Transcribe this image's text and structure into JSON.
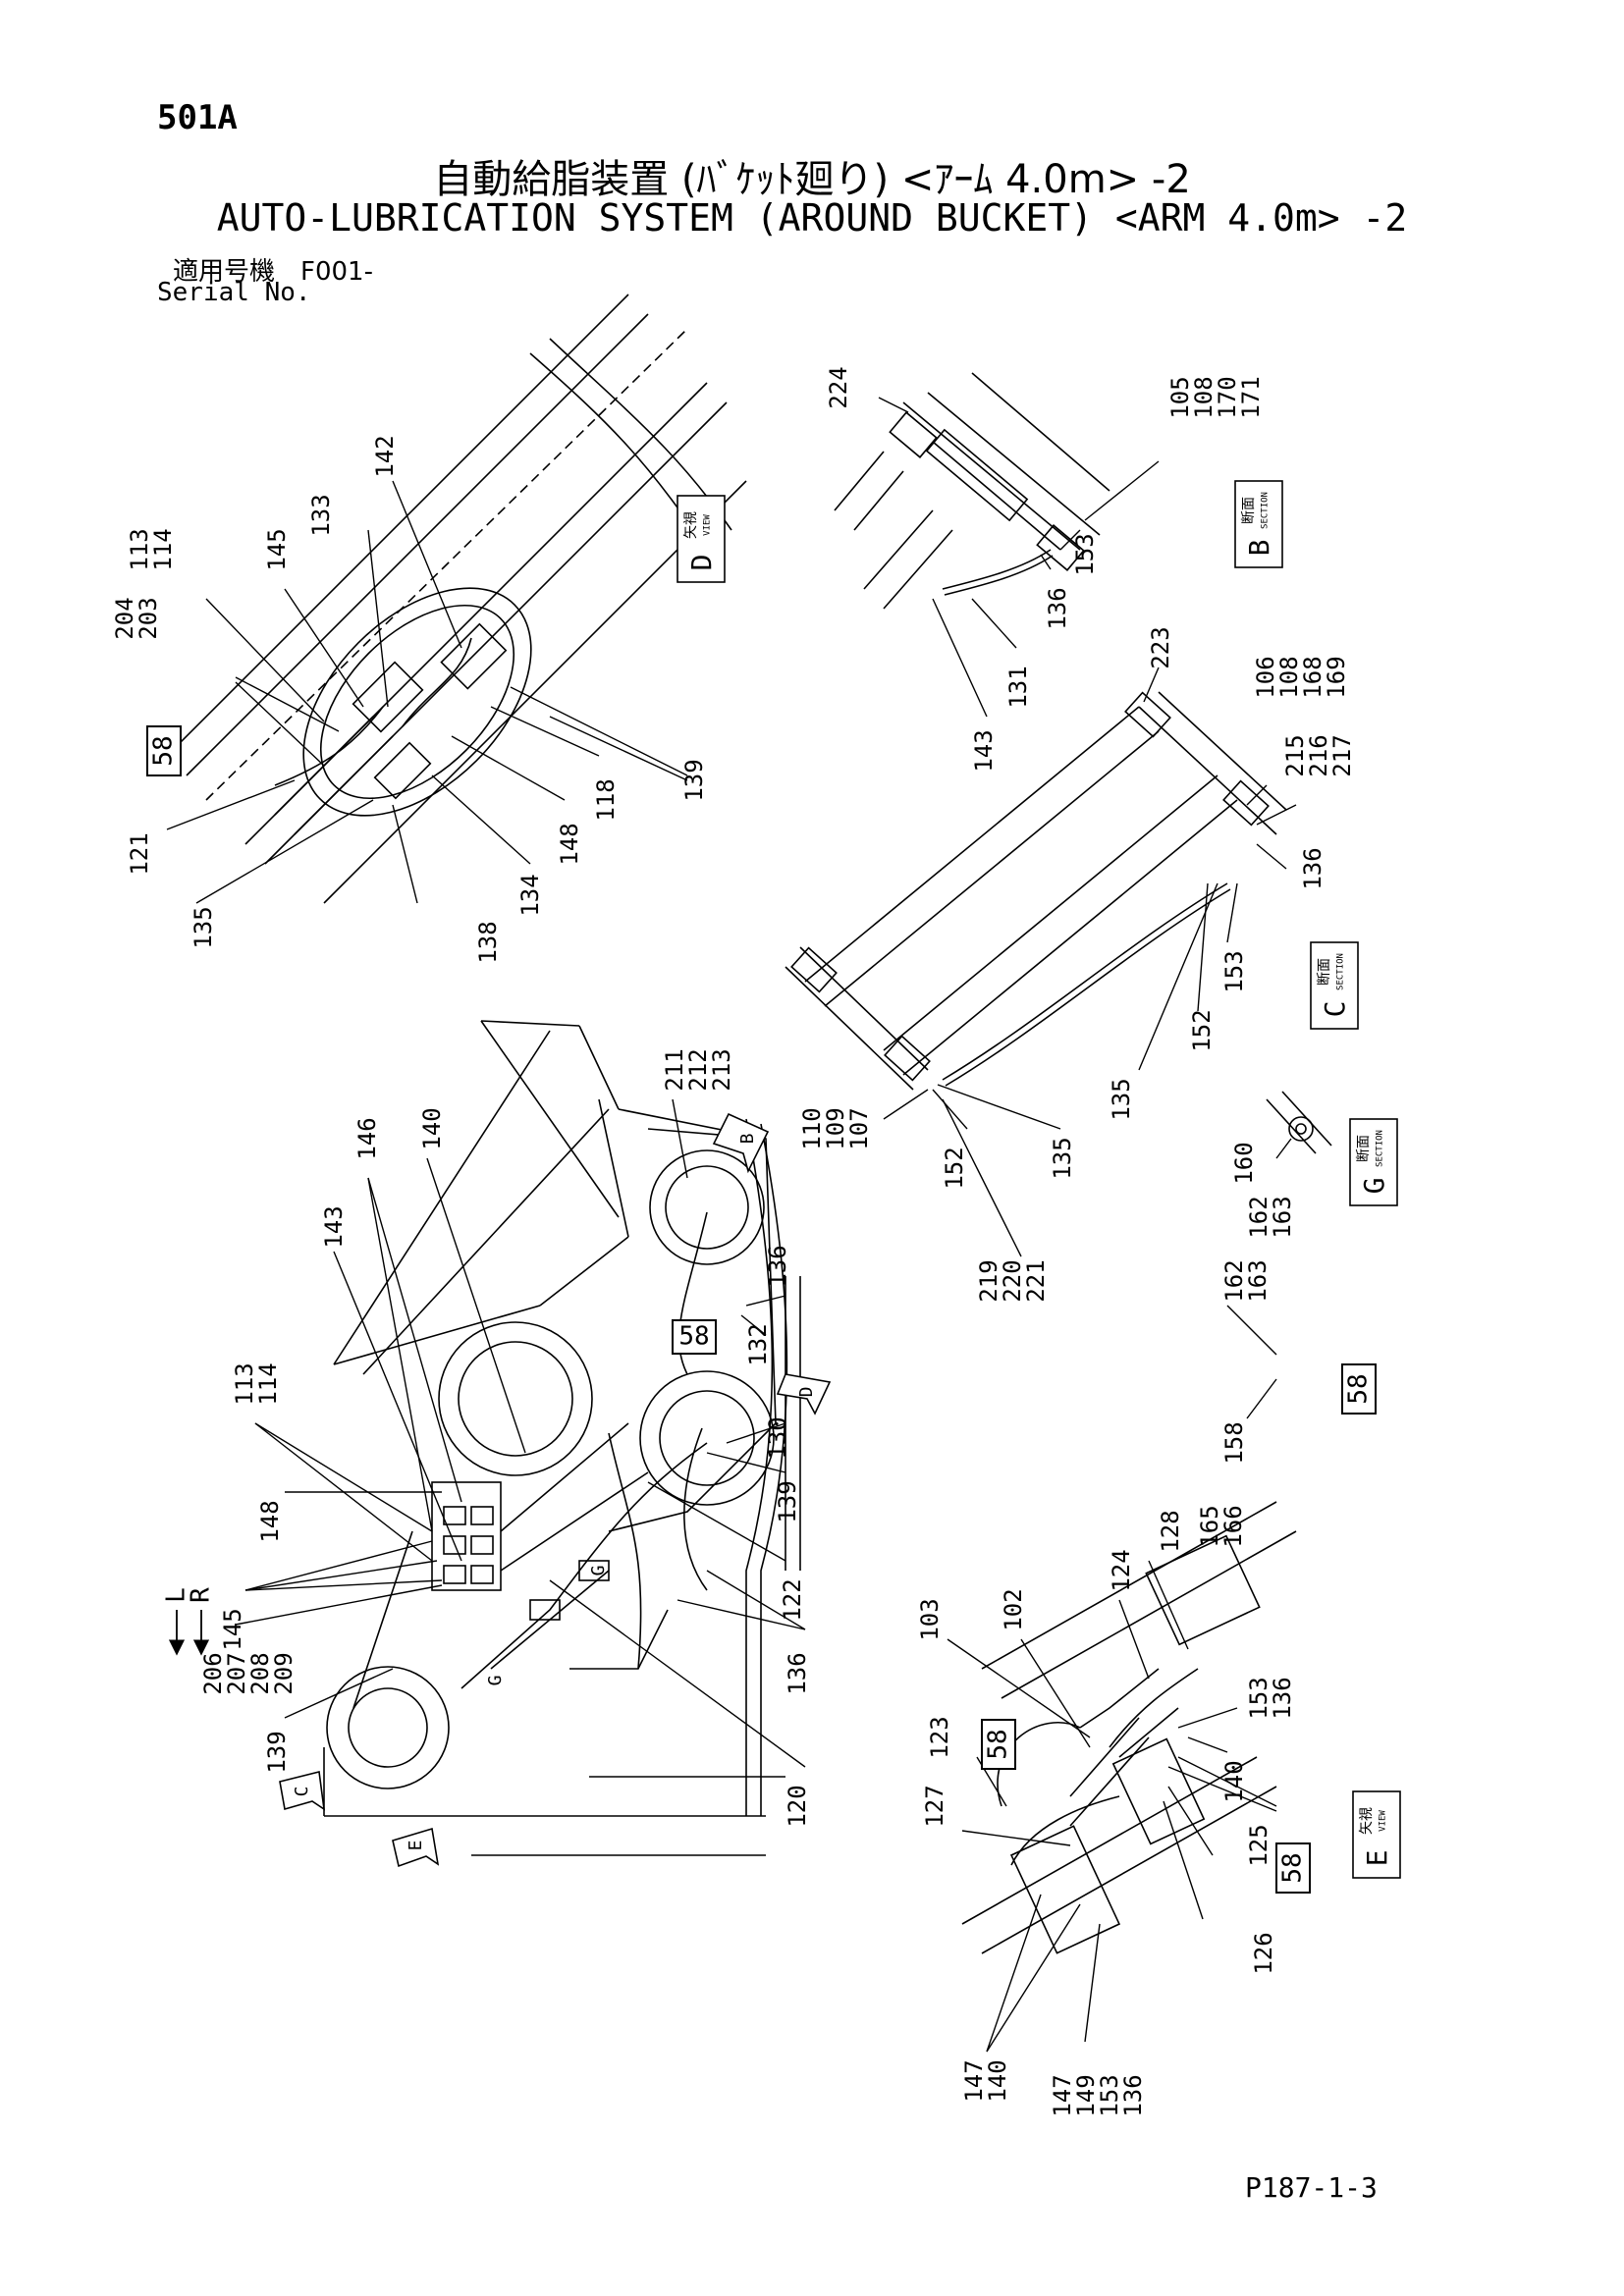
{
  "header": {
    "page_id": "501A",
    "title_ja": "自動給脂装置 (ﾊﾞｹｯﾄ廻り) <ｱｰﾑ 4.0m> -2",
    "title_en": "AUTO-LUBRICATION SYSTEM (AROUND BUCKET) <ARM 4.0m> -2",
    "serial_label_ja": "適用号機　F001-",
    "serial_label_en": "Serial No."
  },
  "footer": {
    "page_ref": "P187-1-3"
  },
  "views": {
    "d": {
      "ja": "矢視",
      "en": "VIEW",
      "letter": "D"
    },
    "b": {
      "ja": "断面",
      "en": "SECTION",
      "letter": "B"
    },
    "c": {
      "ja": "断面",
      "en": "SECTION",
      "letter": "C"
    },
    "g": {
      "ja": "断面",
      "en": "SECTION",
      "letter": "G"
    },
    "e": {
      "ja": "矢視",
      "en": "VIEW",
      "letter": "E"
    }
  },
  "boxed_refs": [
    "58",
    "58",
    "58",
    "58",
    "58"
  ],
  "direction": {
    "left": "L",
    "right": "R"
  },
  "arrow_letters": [
    "B",
    "D",
    "C",
    "E",
    "G",
    "G"
  ],
  "callouts_view_d": [
    "113\n114",
    "204\n203",
    "145",
    "133",
    "142",
    "121",
    "135",
    "138",
    "134",
    "148",
    "118",
    "139"
  ],
  "callouts_section_b": [
    "224",
    "105\n108\n170\n171",
    "153",
    "136",
    "131",
    "143"
  ],
  "callouts_section_c": [
    "223",
    "106\n108\n168\n169",
    "215\n216\n217",
    "136",
    "153",
    "152",
    "135",
    "110\n109\n107",
    "135",
    "152",
    "219\n220\n221"
  ],
  "callouts_section_g": [
    "160",
    "162\n163"
  ],
  "callouts_main": [
    "211\n212\n213",
    "146",
    "140",
    "143",
    "113\n114",
    "148",
    "145",
    "206\n207\n208\n209",
    "139",
    "136",
    "132",
    "130",
    "139",
    "122",
    "136",
    "120"
  ],
  "callouts_detail": [
    "162\n163",
    "158"
  ],
  "callouts_view_e": [
    "128",
    "165\n166",
    "124",
    "103",
    "102",
    "123",
    "127",
    "153\n136",
    "140",
    "125",
    "126",
    "147\n140",
    "147\n149\n153\n136"
  ]
}
